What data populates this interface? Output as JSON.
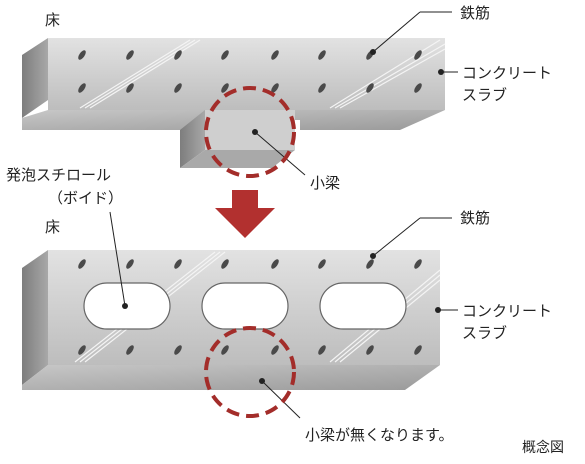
{
  "top": {
    "floor_label": "床",
    "rebar_label": "鉄筋",
    "slab_label_line1": "コンクリート",
    "slab_label_line2": "スラブ",
    "beam_label": "小梁"
  },
  "bottom": {
    "floor_label": "床",
    "rebar_label": "鉄筋",
    "slab_label_line1": "コンクリート",
    "slab_label_line2": "スラブ",
    "foam_label_line1": "発泡スチロール",
    "foam_label_line2": "（ボイド）",
    "no_beam_label": "小梁が無くなります。"
  },
  "caption": "概念図",
  "colors": {
    "slab_front": "#d2d2d2",
    "slab_top": "#b9b9b9",
    "slab_side": "#8f8f8f",
    "arrow": "#b2302f",
    "circle": "#a32d2a"
  }
}
